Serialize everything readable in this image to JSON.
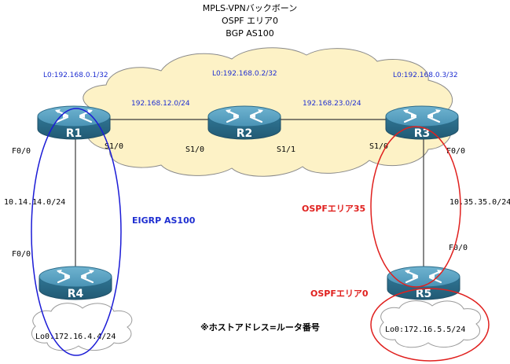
{
  "title": {
    "line1": "MPLS-VPNバックボーン",
    "line2": "OSPF エリア0",
    "line3": "BGP AS100"
  },
  "routers": {
    "r1": "R1",
    "r2": "R2",
    "r3": "R3",
    "r4": "R4",
    "r5": "R5"
  },
  "loopbacks": {
    "r1": "L0:192.168.0.1/32",
    "r2": "L0:192.168.0.2/32",
    "r3": "L0:192.168.0.3/32",
    "r4": "Lo0:172.16.4.4/24",
    "r5": "Lo0:172.16.5.5/24"
  },
  "links": {
    "r1_r2": "192.168.12.0/24",
    "r2_r3": "192.168.23.0/24",
    "r1_r4": "10.14.14.0/24",
    "r3_r5": "10.35.35.0/24"
  },
  "interfaces": {
    "r1_s10": "S1/0",
    "r2_s10": "S1/0",
    "r2_s11": "S1/1",
    "r3_s10": "S1/0",
    "r1_f00": "F0/0",
    "r4_f00": "F0/0",
    "r3_f00": "F0/0",
    "r5_f00": "F0/0"
  },
  "areas": {
    "eigrp": "EIGRP AS100",
    "ospf35": "OSPFエリア35",
    "ospf0": "OSPFエリア0"
  },
  "note": "※ホストアドレス=ルータ番号",
  "colors": {
    "backbone_cloud": "#fdf2c6",
    "router_body": "#3b7f9e",
    "router_top": "#5aa2c1",
    "blue_label": "#1f2fd1",
    "red_label": "#e0201e",
    "eigrp_ellipse": "#1b1bd6",
    "ospf_ellipse": "#e0201e"
  }
}
